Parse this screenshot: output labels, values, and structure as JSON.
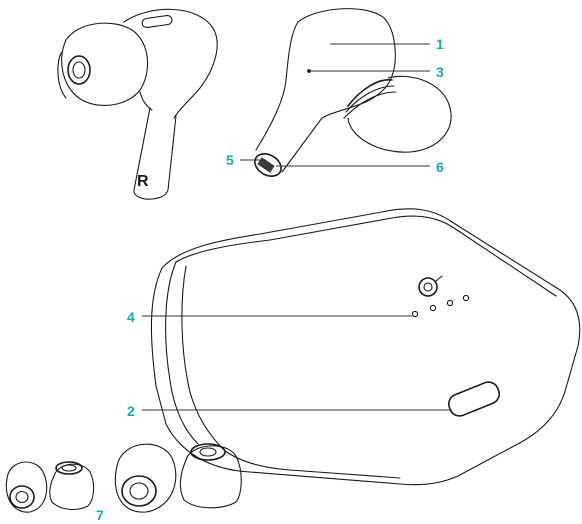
{
  "accent_color": "#1aa8a8",
  "earbud_side_mark": "R",
  "callouts": [
    {
      "id": "c1",
      "label": "1"
    },
    {
      "id": "c2",
      "label": "2"
    },
    {
      "id": "c3",
      "label": "3"
    },
    {
      "id": "c4",
      "label": "4"
    },
    {
      "id": "c5",
      "label": "5"
    },
    {
      "id": "c6",
      "label": "6"
    },
    {
      "id": "c7",
      "label": "7"
    }
  ]
}
